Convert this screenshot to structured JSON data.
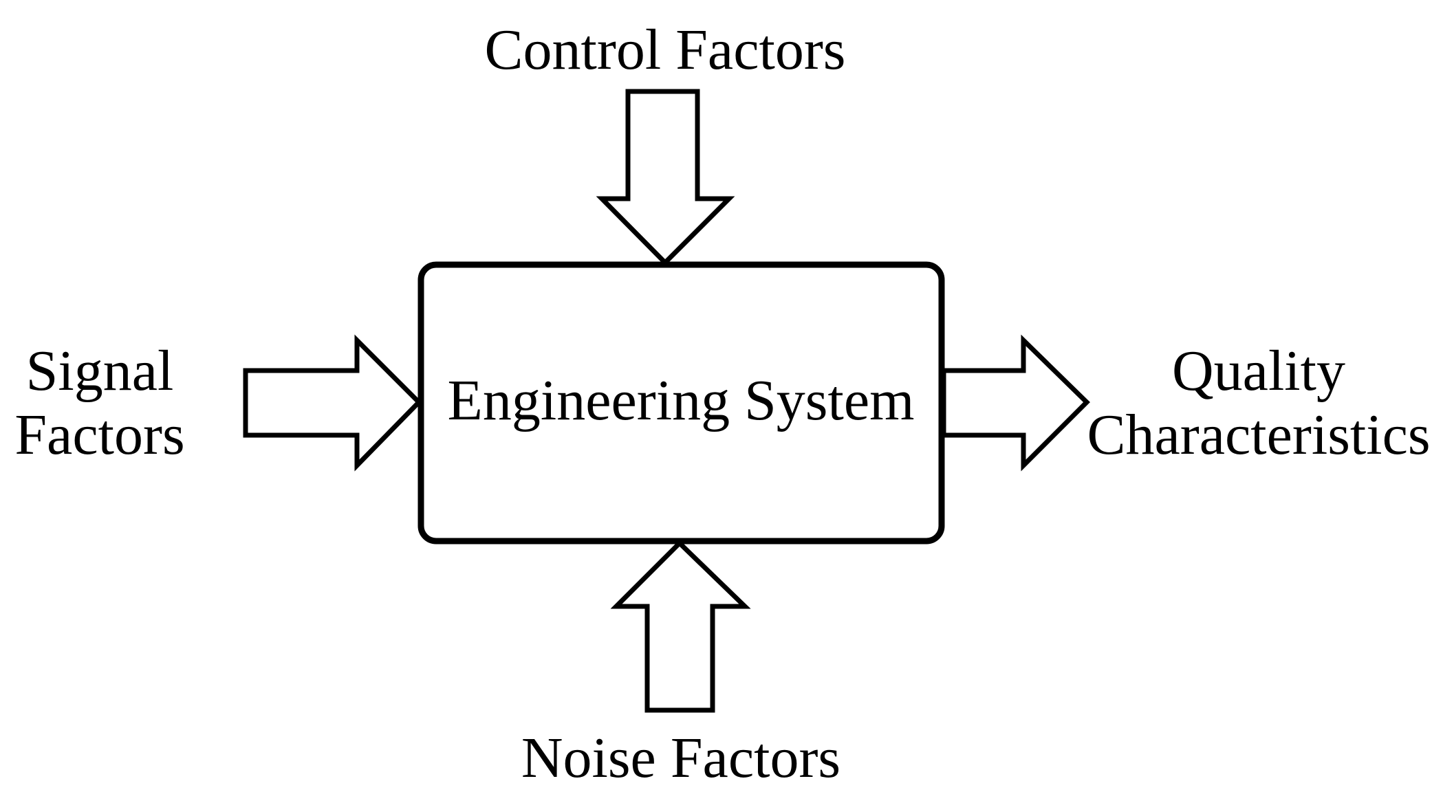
{
  "diagram": {
    "system": {
      "label": "Engineering System"
    },
    "inputs": {
      "control": {
        "label": "Control Factors",
        "direction": "down"
      },
      "signal": {
        "label_line1": "Signal",
        "label_line2": "Factors",
        "direction": "right"
      },
      "noise": {
        "label": "Noise Factors",
        "direction": "up"
      }
    },
    "output": {
      "quality": {
        "label_line1": "Quality",
        "label_line2": "Characteristics",
        "direction": "right"
      }
    },
    "colors": {
      "stroke": "#000000",
      "fill": "#ffffff",
      "background": "#ffffff"
    }
  }
}
